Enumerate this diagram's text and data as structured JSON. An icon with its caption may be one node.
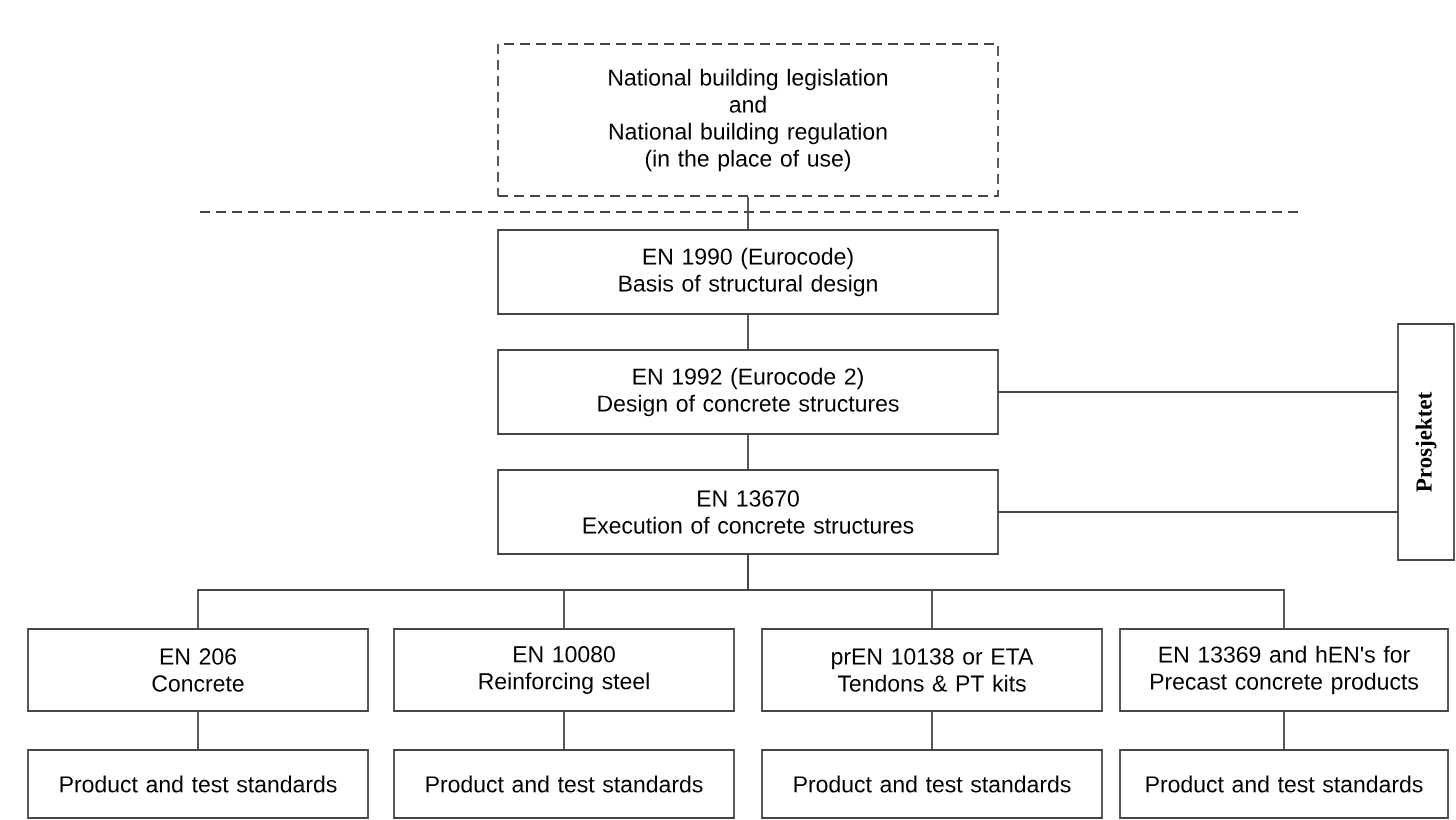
{
  "diagram": {
    "nodes": [
      {
        "text": [
          "National building legislation",
          "and",
          "National building regulation",
          "(in the place of use)"
        ]
      },
      {
        "text": [
          "EN 1990 (Eurocode)",
          "Basis of structural design"
        ]
      },
      {
        "text": [
          "EN 1992 (Eurocode 2)",
          "Design of concrete structures"
        ]
      },
      {
        "text": [
          "EN 13670",
          "Execution of concrete structures"
        ]
      },
      {
        "text": [
          "Prosjektet"
        ]
      },
      {
        "text": [
          "EN 206",
          "Concrete"
        ]
      },
      {
        "text": [
          "EN 10080",
          "Reinforcing steel"
        ]
      },
      {
        "text": [
          "prEN 10138 or ETA",
          "Tendons & PT kits"
        ]
      },
      {
        "text": [
          "EN 13369 and hEN's for",
          "Precast concrete products"
        ]
      },
      {
        "text": [
          "Product and test standards"
        ]
      },
      {
        "text": [
          "Product and test standards"
        ]
      },
      {
        "text": [
          "Product and test standards"
        ]
      },
      {
        "text": [
          "Product and test standards"
        ]
      }
    ],
    "edges": [
      {
        "from": 0,
        "to": 1,
        "arrow": "none"
      },
      {
        "from": 1,
        "to": 2,
        "arrow": "none"
      },
      {
        "from": 2,
        "to": 3,
        "arrow": "none"
      },
      {
        "from": 2,
        "to": 4,
        "arrow": "none"
      },
      {
        "from": 3,
        "to": 4,
        "arrow": "none"
      },
      {
        "from": 3,
        "to": 5,
        "arrow": "none"
      },
      {
        "from": 3,
        "to": 6,
        "arrow": "none"
      },
      {
        "from": 3,
        "to": 7,
        "arrow": "none"
      },
      {
        "from": 3,
        "to": 8,
        "arrow": "none"
      },
      {
        "from": 5,
        "to": 9,
        "arrow": "none"
      },
      {
        "from": 6,
        "to": 10,
        "arrow": "none"
      },
      {
        "from": 7,
        "to": 11,
        "arrow": "none"
      },
      {
        "from": 8,
        "to": 12,
        "arrow": "none"
      }
    ]
  }
}
